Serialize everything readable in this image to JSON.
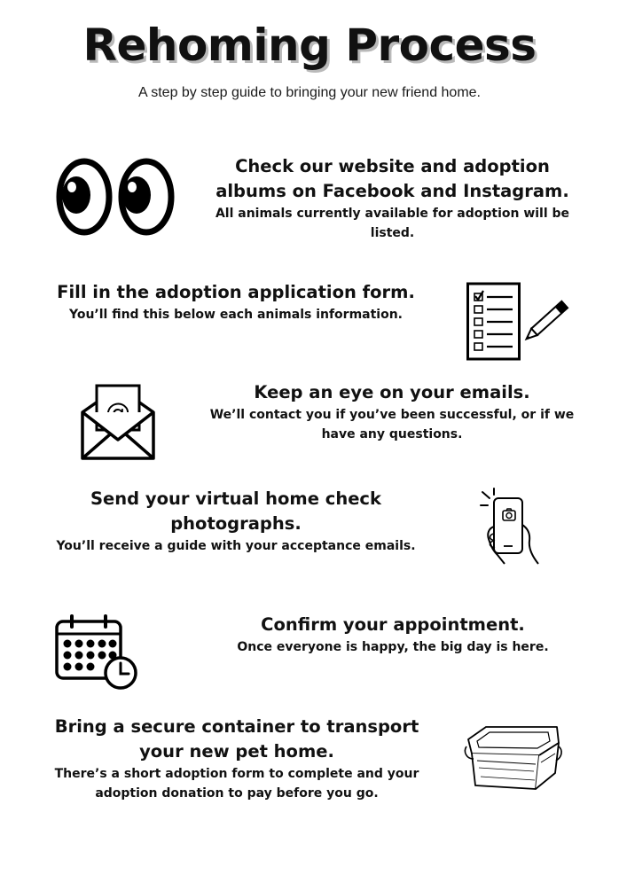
{
  "header": {
    "title": "Rehoming Process",
    "subtitle": "A step by step guide to bringing your new friend home."
  },
  "steps": [
    {
      "heading": "Check our website and adoption albums on Facebook and Instagram.",
      "detail": "All animals currently available for adoption will be listed.",
      "icon": "eyes-icon"
    },
    {
      "heading": "Fill in the adoption application form.",
      "detail": "You’ll find this below each animals information.",
      "icon": "checklist-icon"
    },
    {
      "heading": "Keep an eye on your emails.",
      "detail": "We’ll contact you if you’ve been successful, or if we have any questions.",
      "icon": "email-icon"
    },
    {
      "heading": "Send your virtual home check photographs.",
      "detail": "You’ll receive a guide with your acceptance emails.",
      "icon": "phone-camera-icon"
    },
    {
      "heading": "Confirm your appointment.",
      "detail": "Once everyone is happy, the big day is here.",
      "icon": "calendar-clock-icon"
    },
    {
      "heading": "Bring a secure container to transport your new pet home.",
      "detail": "There’s a short adoption form to complete and your adoption donation to pay before you go.",
      "icon": "pet-carrier-box-icon"
    }
  ]
}
